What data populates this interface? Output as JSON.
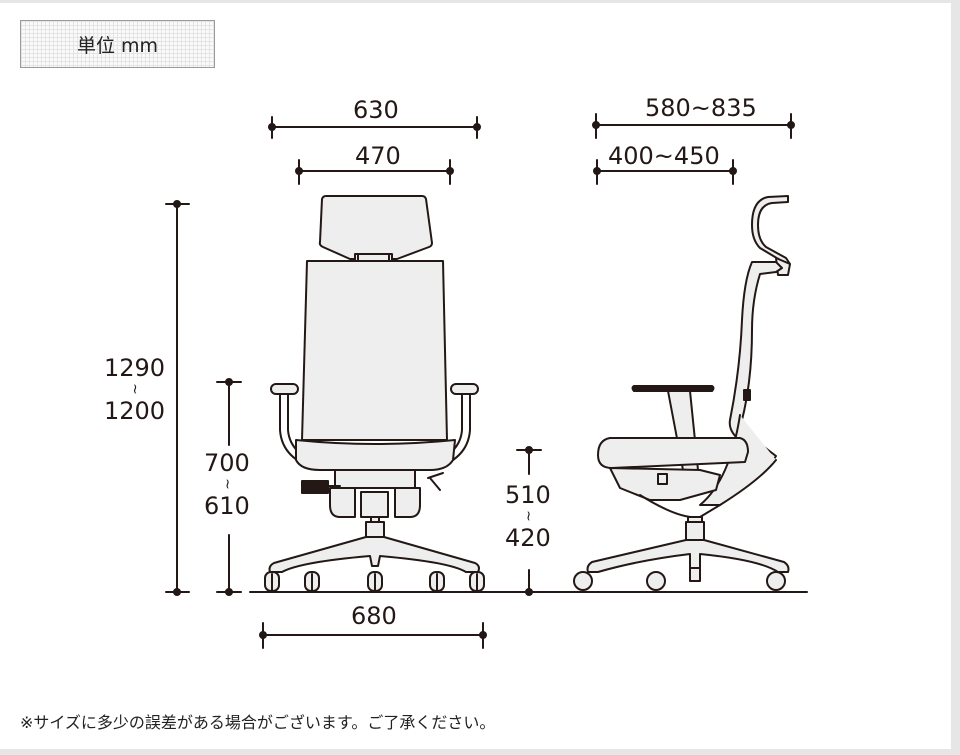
{
  "unit_box": {
    "label": "単位 mm"
  },
  "note": "※サイズに多少の誤差がある場合がございます。ご了承ください。",
  "colors": {
    "line": "#231815",
    "fill": "#eeeeee",
    "background": "#ffffff",
    "frame": "#e6e6e6"
  },
  "front_view": {
    "overall_width": "630",
    "back_width": "470",
    "base_width": "680",
    "total_height": {
      "max": "1290",
      "sep": "~",
      "min": "1200"
    },
    "armrest_height": {
      "max": "700",
      "sep": "~",
      "min": "610"
    }
  },
  "side_view": {
    "overall_depth": "580~835",
    "seat_depth": "400~450",
    "seat_height": {
      "max": "510",
      "sep": "~",
      "min": "420"
    }
  }
}
